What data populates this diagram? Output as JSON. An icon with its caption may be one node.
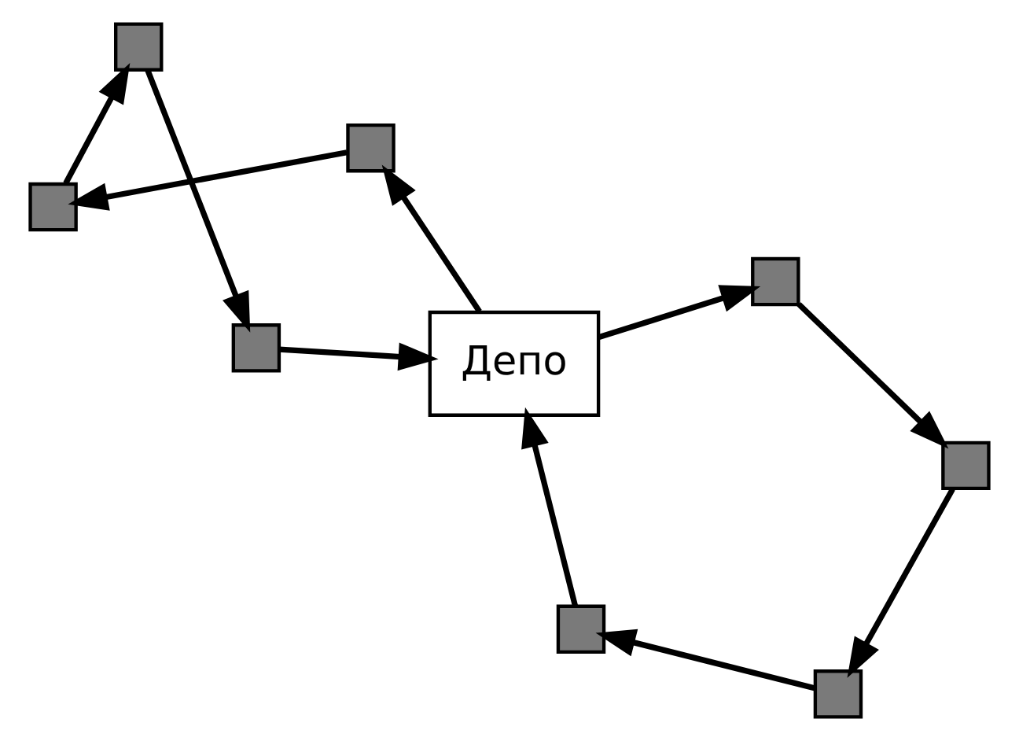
{
  "diagram": {
    "nodes": [
      {
        "text": [],
        "shape": "box"
      },
      {
        "text": [],
        "shape": "box"
      },
      {
        "text": [],
        "shape": "box"
      },
      {
        "text": [],
        "shape": "box"
      },
      {
        "text": [],
        "shape": "box"
      },
      {
        "text": [],
        "shape": "box"
      },
      {
        "text": [],
        "shape": "box"
      },
      {
        "text": [],
        "shape": "box"
      },
      {
        "text": [
          "Депо"
        ]
      }
    ],
    "edges": [
      {
        "from": 8,
        "to": 5,
        "arrow": "to"
      },
      {
        "from": 5,
        "to": 1,
        "arrow": "to"
      },
      {
        "from": 1,
        "to": 2,
        "arrow": "to"
      },
      {
        "from": 2,
        "to": 7,
        "arrow": "to"
      },
      {
        "from": 7,
        "to": 8,
        "arrow": "to"
      },
      {
        "from": 8,
        "to": 4,
        "arrow": "to"
      },
      {
        "from": 4,
        "to": 0,
        "arrow": "to"
      },
      {
        "from": 0,
        "to": 3,
        "arrow": "to"
      },
      {
        "from": 3,
        "to": 6,
        "arrow": "to"
      },
      {
        "from": 6,
        "to": 8,
        "arrow": "to"
      }
    ]
  }
}
